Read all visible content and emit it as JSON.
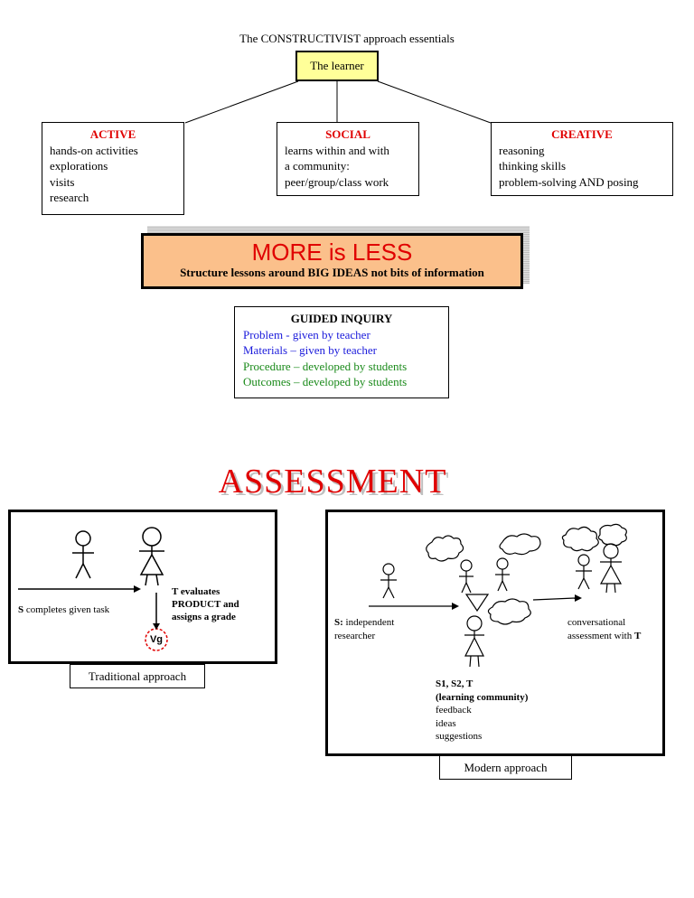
{
  "header": {
    "title": "The CONSTRUCTIVIST approach essentials"
  },
  "root": {
    "label": "The learner"
  },
  "branches": [
    {
      "title": "ACTIVE",
      "items": [
        "hands-on activities",
        "explorations",
        "visits",
        "research"
      ]
    },
    {
      "title": "SOCIAL",
      "items": [
        "learns within and with",
        "a community:",
        "peer/group/class work"
      ]
    },
    {
      "title": "CREATIVE",
      "items": [
        "reasoning",
        "thinking skills",
        "problem-solving AND posing"
      ]
    }
  ],
  "banner": {
    "title": "MORE is LESS",
    "subtitle": "Structure lessons around BIG IDEAS not bits of information"
  },
  "inquiry": {
    "title": "GUIDED INQUIRY",
    "lines": [
      {
        "text": "Problem  - given by teacher",
        "color": "#1a1adb"
      },
      {
        "text": "Materials – given by teacher",
        "color": "#1a1adb"
      },
      {
        "text": "Procedure – developed by students",
        "color": "#1a8a1a"
      },
      {
        "text": "Outcomes – developed by students",
        "color": "#1a8a1a"
      }
    ]
  },
  "assessment": {
    "heading": "ASSESSMENT"
  },
  "traditional": {
    "caption": "Traditional approach",
    "student_bold": "S",
    "student_text": " completes given task",
    "teacher_text": "T evaluates PRODUCT and assigns a grade",
    "grade": "Vg"
  },
  "modern": {
    "caption": "Modern  approach",
    "researcher_bold": "S:",
    "researcher_text": " independent researcher",
    "community_title": "S1, S2, T",
    "community_subtitle": "(learning community)",
    "community_items": [
      "feedback",
      "ideas",
      "suggestions"
    ],
    "conversation_text": "conversational assessment with ",
    "conversation_bold": "T"
  }
}
